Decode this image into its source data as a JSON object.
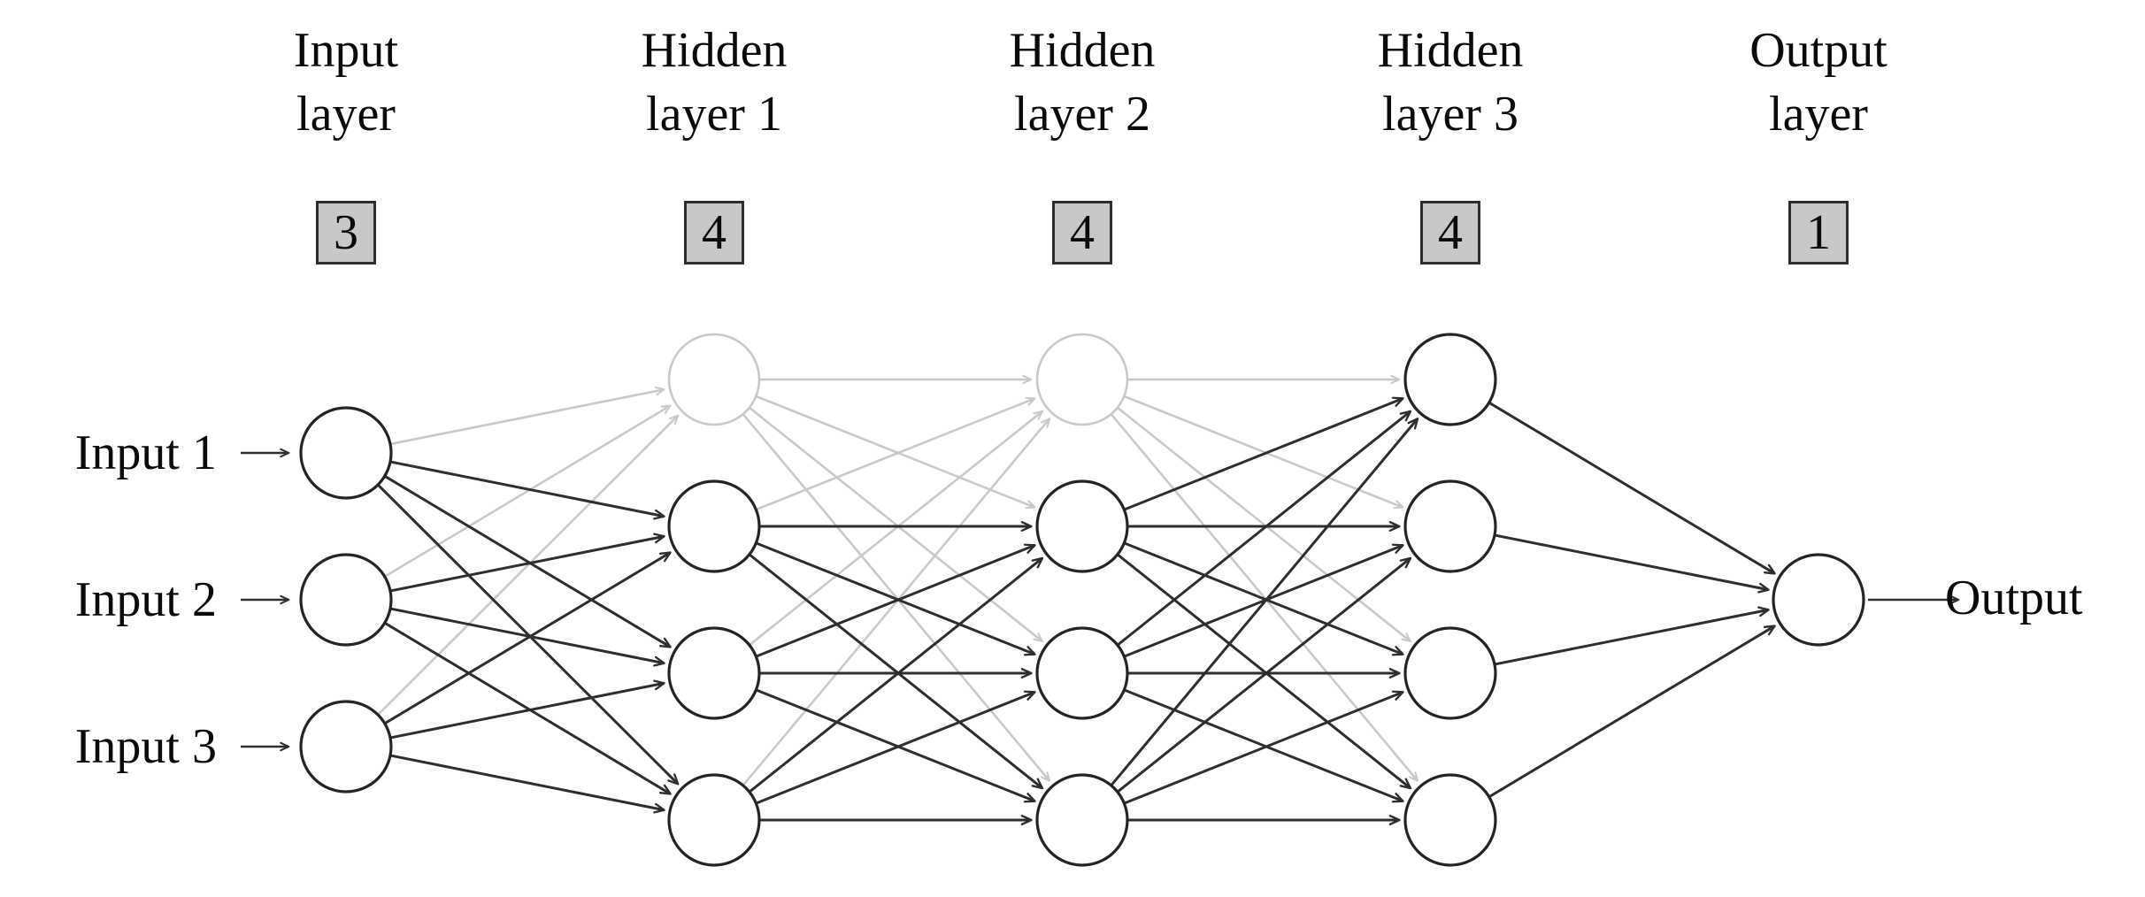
{
  "diagram": {
    "columns": [
      {
        "line1": "Input",
        "line2": "layer",
        "count": "3"
      },
      {
        "line1": "Hidden",
        "line2": "layer 1",
        "count": "4"
      },
      {
        "line1": "Hidden",
        "line2": "layer 2",
        "count": "4"
      },
      {
        "line1": "Hidden",
        "line2": "layer 3",
        "count": "4"
      },
      {
        "line1": "Output",
        "line2": "layer",
        "count": "1"
      }
    ],
    "input_labels": [
      "Input 1",
      "Input 2",
      "Input 3"
    ],
    "output_label": "Output",
    "network": {
      "layer_sizes": [
        3,
        4,
        4,
        4,
        1
      ],
      "dropped_nodes": [
        [],
        [
          0
        ],
        [
          0
        ],
        [],
        []
      ],
      "connectivity": "fully-connected-feedforward"
    },
    "colors": {
      "background": "#ffffff",
      "text": "#0a0a0a",
      "active_edge": "#2e2e2e",
      "node_stroke": "#242424",
      "dropped_stroke": "#c8c8c8",
      "node_fill": "#ffffff",
      "count_box_fill": "#c8c8c8",
      "count_box_border": "#2e2e2e"
    }
  }
}
